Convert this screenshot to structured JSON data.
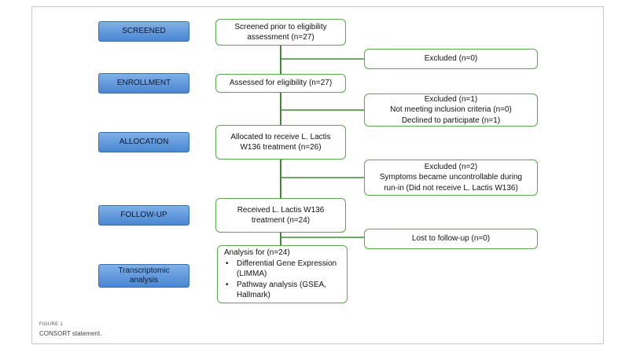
{
  "stages": {
    "screened": "SCREENED",
    "enrollment": "ENROLLMENT",
    "allocation": "ALLOCATION",
    "followup": "FOLLOW-UP",
    "transcriptomic": "Transcriptomic analysis"
  },
  "main": {
    "screened_1": "Screened prior to eligibility",
    "screened_2": "assessment (n=27)",
    "assessed": "Assessed for eligibility (n=27)",
    "allocated_1": "Allocated to receive L. Lactis",
    "allocated_2": "W136 treatment (n=26)",
    "received_1": "Received  L. Lactis W136",
    "received_2": "treatment (n=24)",
    "analysis_title": "Analysis for (n=24)",
    "analysis_items": [
      "Differential Gene Expression (LIMMA)",
      "Pathway analysis (GSEA, Hallmark)"
    ]
  },
  "excluded": {
    "ex1": "Excluded (n=0)",
    "ex2_1": "Excluded (n=1)",
    "ex2_2": "Not meeting inclusion criteria (n=0)",
    "ex2_3": "Declined to participate (n=1)",
    "ex3_1": "Excluded (n=2)",
    "ex3_2": "Symptoms became uncontrollable during",
    "ex3_3": "run-in (Did not receive L. Lactis W136)",
    "lost": "Lost to follow-up (n=0)"
  },
  "figure": {
    "label": "FIGURE 1",
    "caption": "CONSORT statement."
  },
  "colors": {
    "stage_fill": "#4a86d1",
    "box_border": "#58a94b",
    "connector": "#3f8a35"
  }
}
